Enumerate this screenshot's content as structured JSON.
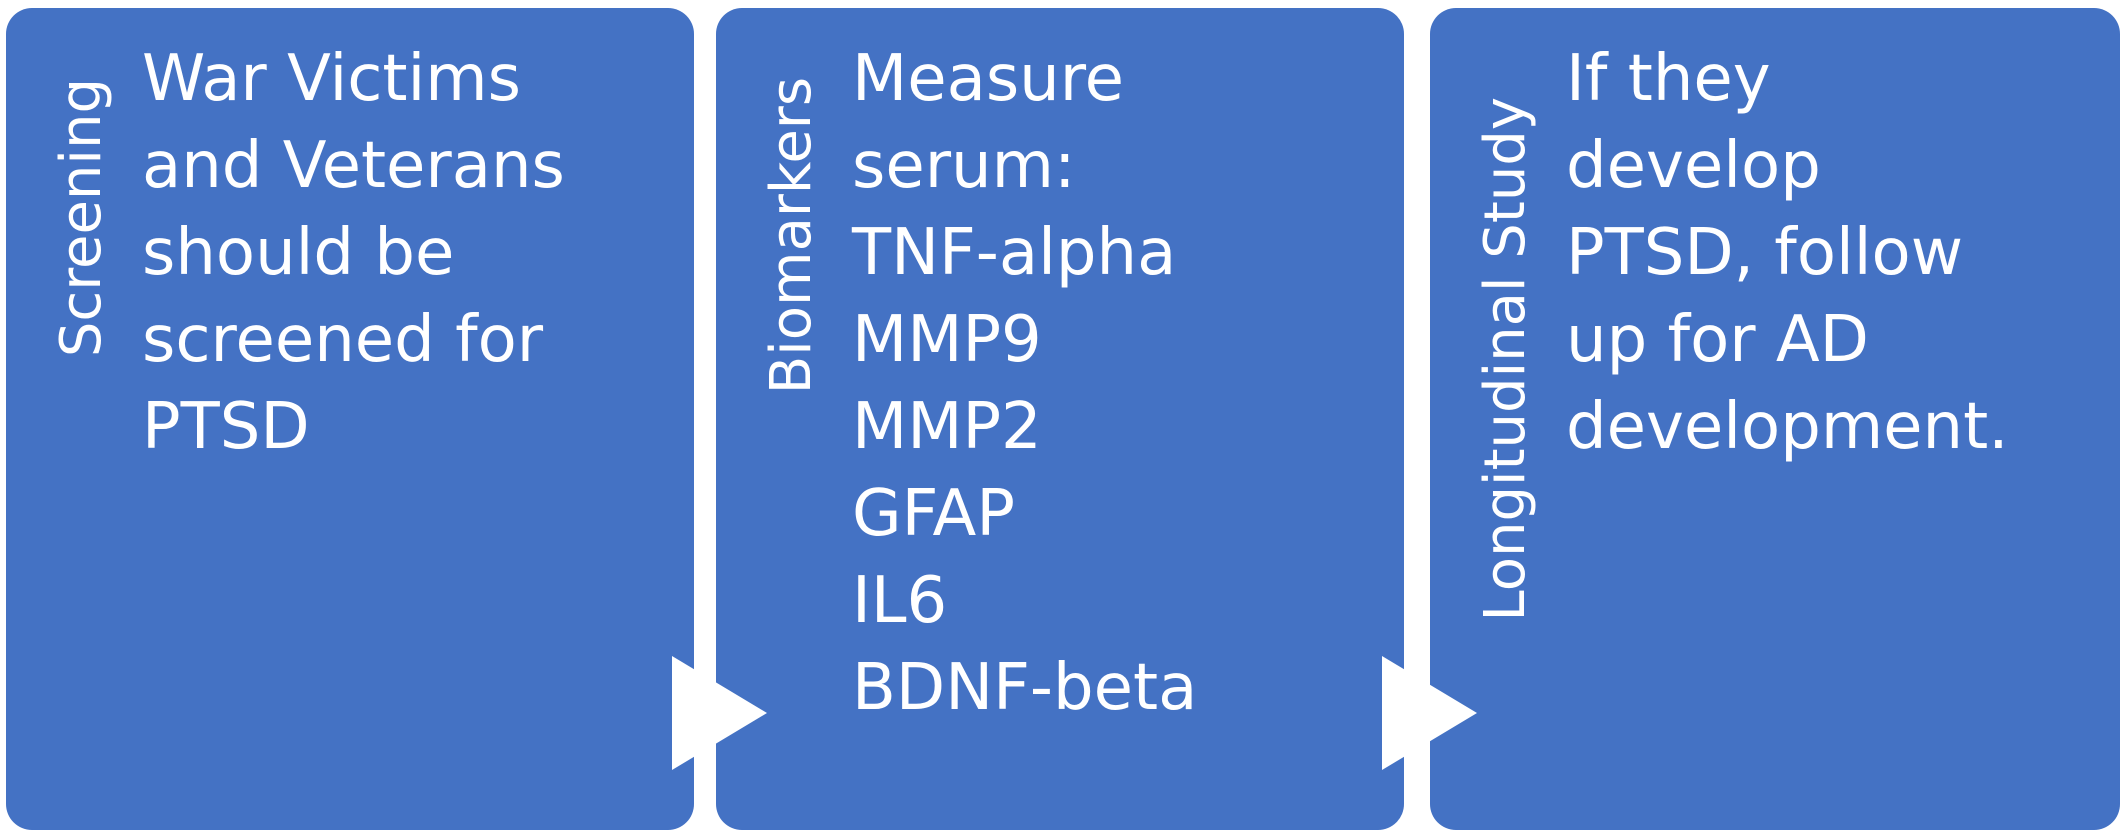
{
  "steps": [
    {
      "title": "Screening",
      "lines": [
        "War Victims",
        "and Veterans",
        "should be",
        "screened for",
        "PTSD"
      ]
    },
    {
      "title": "Biomarkers",
      "lines": [
        "Measure",
        "serum:",
        "TNF-alpha",
        "MMP9",
        "MMP2",
        "GFAP",
        "IL6",
        "BDNF-beta"
      ]
    },
    {
      "title": "Longitudinal Study",
      "lines": [
        "If they",
        "develop",
        "PTSD, follow",
        "up for AD",
        "development."
      ]
    }
  ],
  "colors": {
    "box_fill": "#4472c4",
    "text": "#ffffff",
    "arrow": "#ffffff",
    "background": "#ffffff"
  }
}
